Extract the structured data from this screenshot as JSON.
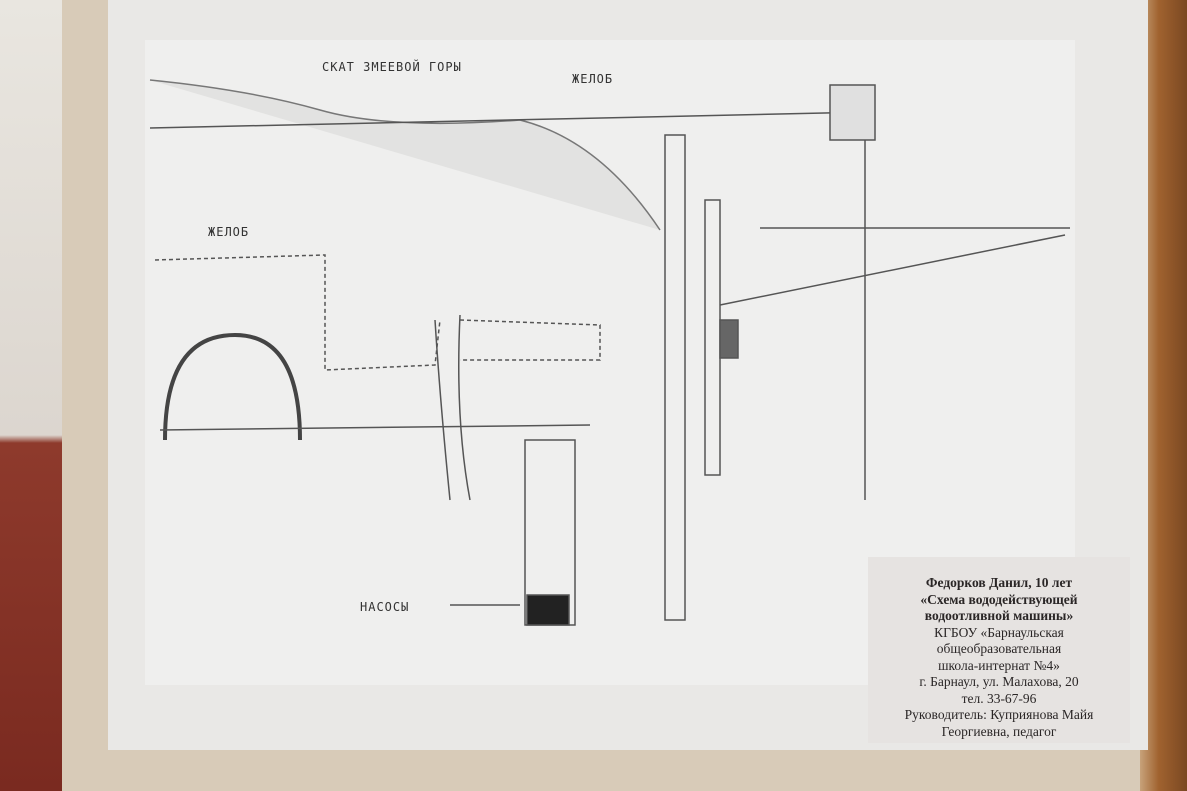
{
  "diagram": {
    "labels": {
      "slope": "СКАТ ЗМЕЕВОЙ ГОРЫ",
      "trough_top": "ЖЕЛОБ",
      "trough_left": "ЖЕЛОБ",
      "pumps": "НАСОСЫ"
    }
  },
  "note": {
    "author": "Федорков Данил, 10 лет",
    "title_line1": "«Схема вододействующей",
    "title_line2": "водоотливной машины»",
    "school_line1": "КГБОУ «Барнаульская",
    "school_line2": "общеобразовательная",
    "school_line3": "школа-интернат №4»",
    "address": "г. Барнаул, ул. Малахова, 20",
    "phone": "тел. 33-67-96",
    "supervisor_line1": "Руководитель: Куприянова Майя",
    "supervisor_line2": "Георгиевна, педагог"
  }
}
